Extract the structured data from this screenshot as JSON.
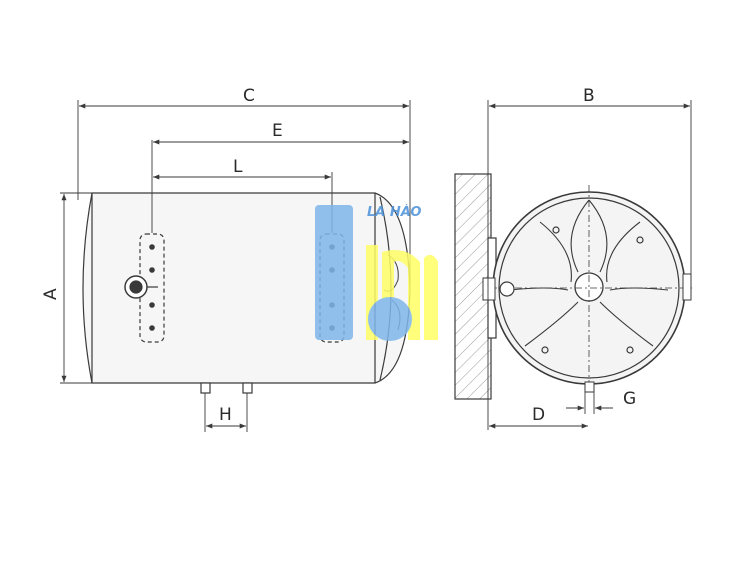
{
  "dimension_labels": {
    "a": "A",
    "b": "B",
    "c": "C",
    "d": "D",
    "e": "E",
    "g": "G",
    "h": "H",
    "l": "L"
  },
  "watermark": {
    "text": "LA HÀO",
    "colors": {
      "blue": "#7fb6ea",
      "yellow": "#ffff66",
      "text": "#4a90d9"
    }
  },
  "colors": {
    "line": "#3a3a3a",
    "fill": "#f4f4f4",
    "hatch": "#9a9a9a"
  }
}
